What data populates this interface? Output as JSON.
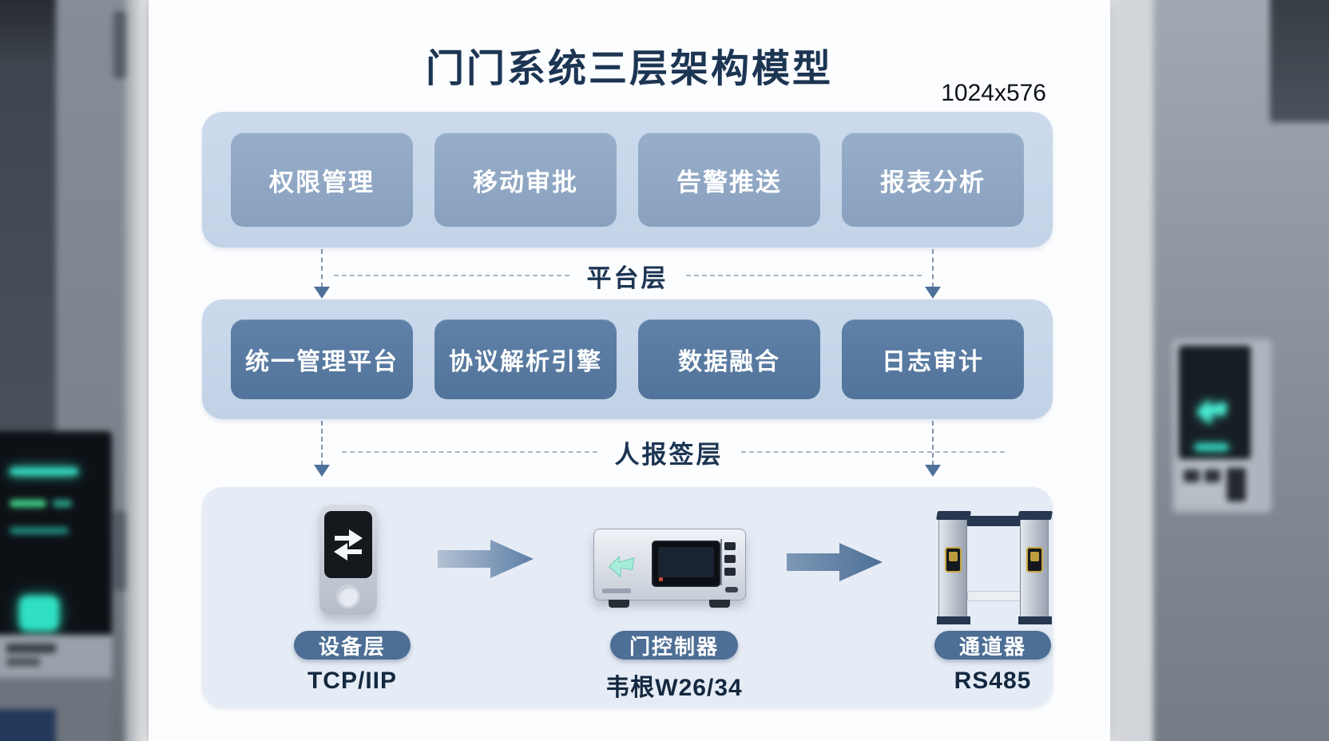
{
  "title": "门门系统三层架构模型",
  "resolution_label": "1024x576",
  "application_layer": {
    "items": [
      "权限管理",
      "移动审批",
      "告警推送",
      "报表分析"
    ]
  },
  "platform_divider": {
    "label": "平台层"
  },
  "platform_layer": {
    "items": [
      "统一管理平台",
      "协议解析引擎",
      "数据融合",
      "日志审计"
    ]
  },
  "access_divider": {
    "label": "人报签层"
  },
  "device_layer": {
    "devices": [
      {
        "label": "设备层",
        "protocol": "TCP/IIP"
      },
      {
        "label": "门控制器",
        "protocol": "韦根W26/34"
      },
      {
        "label": "通道器",
        "protocol": "RS485"
      }
    ]
  },
  "colors": {
    "accent_navy": "#1c3553",
    "container_blue": "#c9d9ec",
    "box_blue": "#8fa7c4",
    "box_dark_blue": "#55779e",
    "pill_blue": "#4d6e95",
    "device_panel_blue": "#e5ecf5",
    "teal_glow": "#3fe3c8"
  }
}
